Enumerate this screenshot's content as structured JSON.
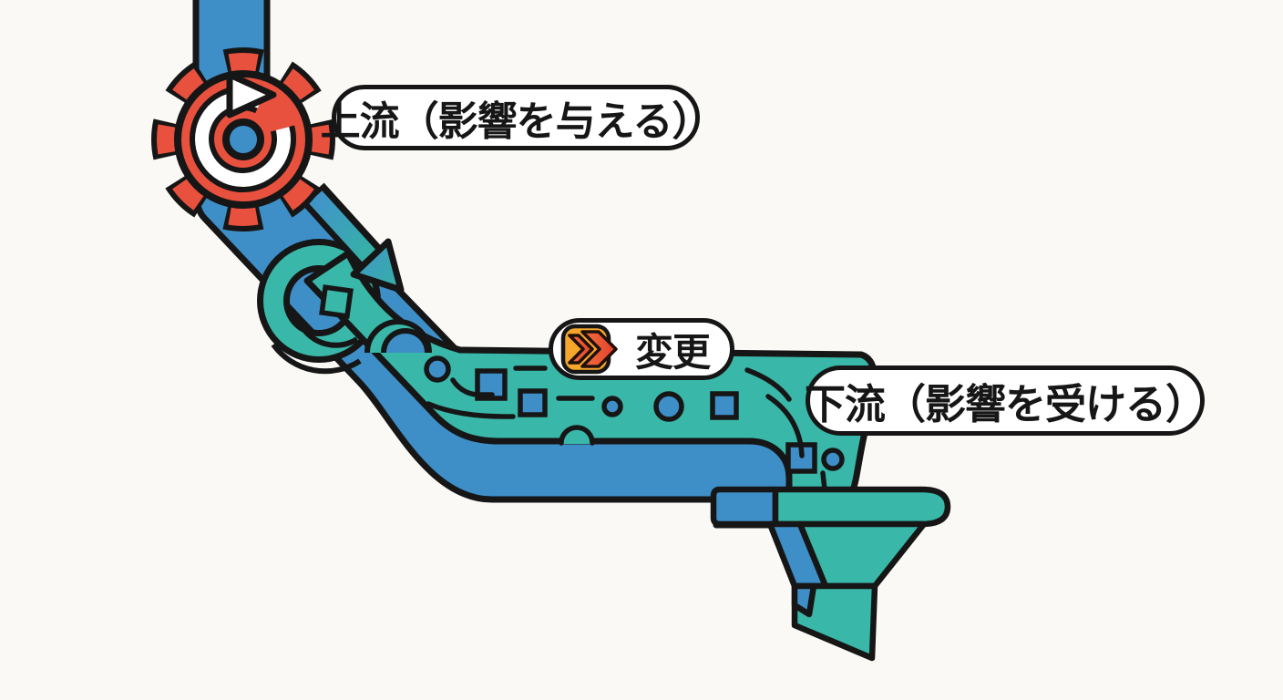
{
  "diagram": {
    "type": "illustration",
    "theme": "upstream-downstream dependency flow (pipe and funnel)",
    "labels": {
      "upstream": "上流（影響を与える）",
      "change": "変更",
      "downstream": "下流（影響を受ける）"
    },
    "colors": {
      "background": "#FAF9F5",
      "pipe_blue": "#3E8EC7",
      "flow_teal": "#39B7A8",
      "gear_red": "#E8513E",
      "badge_orange": "#F5A62B",
      "chevron_red": "#E34F38",
      "outline": "#161616",
      "label_background": "#FFFFFF",
      "refresh_arrow": "#FFFFFF"
    },
    "icons": [
      "gear-refresh-icon",
      "flow-direction-arrow-icon",
      "double-chevron-arrow-icon"
    ]
  }
}
